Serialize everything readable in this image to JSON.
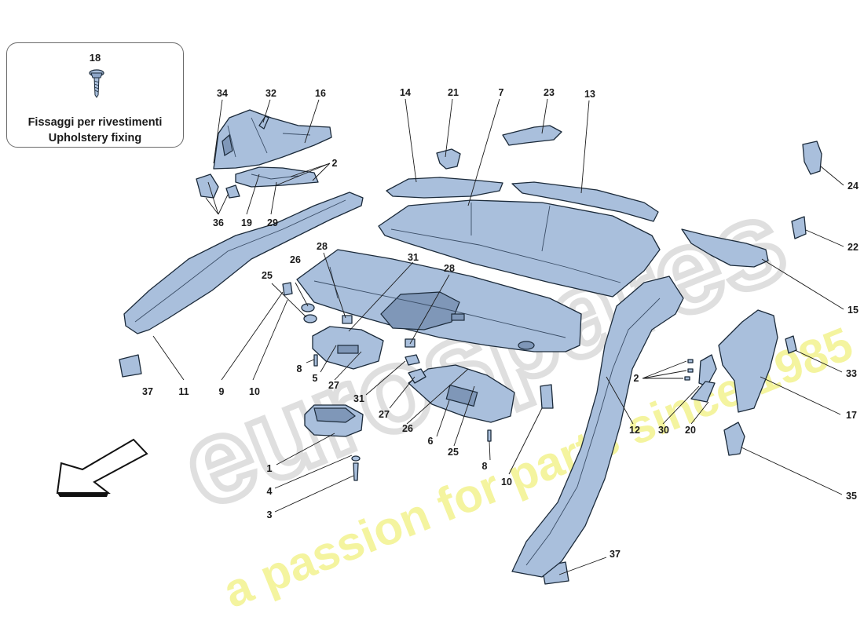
{
  "legend": {
    "number": "18",
    "title_it": "Fissaggi per rivestimenti",
    "title_en": "Upholstery fixing"
  },
  "watermark": {
    "brand": "eurospares",
    "tagline": "a passion for parts since 1985"
  },
  "colors": {
    "part_fill": "#a9bfdc",
    "part_outline": "#1b2a3a",
    "watermark_main": "#e4e4e4",
    "watermark_tagline": "#f4f49a"
  },
  "callouts": {
    "c34": "34",
    "c32": "32",
    "c16": "16",
    "c2a": "2",
    "c36": "36",
    "c19": "19",
    "c29": "29",
    "c14": "14",
    "c21": "21",
    "c7": "7",
    "c23": "23",
    "c13": "13",
    "c24": "24",
    "c22": "22",
    "c15": "15",
    "c26a": "26",
    "c25a": "25",
    "c28a": "28",
    "c31a": "31",
    "c28b": "28",
    "c37a": "37",
    "c11": "11",
    "c9": "9",
    "c10a": "10",
    "c8a": "8",
    "c5": "5",
    "c27a": "27",
    "c31b": "31",
    "c27b": "27",
    "c26b": "26",
    "c6": "6",
    "c25b": "25",
    "c8b": "8",
    "c10b": "10",
    "c1": "1",
    "c4": "4",
    "c3": "3",
    "c12": "12",
    "c2b": "2",
    "c30": "30",
    "c20": "20",
    "c17": "17",
    "c33": "33",
    "c35": "35",
    "c37b": "37"
  }
}
